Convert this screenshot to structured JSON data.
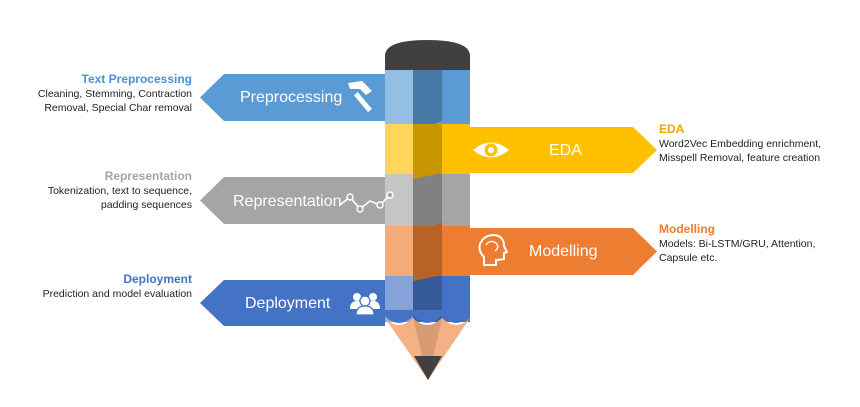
{
  "stages": [
    {
      "key": "preprocessing",
      "label": "Preprocessing",
      "icon": "hammer-icon",
      "side": "left",
      "color": "#5b9bd5",
      "note_title": "Text Preprocessing",
      "note_title_color": "#4a90d9",
      "note_text": "Cleaning, Stemming, Contraction\nRemoval, Special Char removal"
    },
    {
      "key": "eda",
      "label": "EDA",
      "icon": "eye-icon",
      "side": "right",
      "color": "#ffc000",
      "note_title": "EDA",
      "note_title_color": "#f0a500",
      "note_text": "Word2Vec Embedding enrichment,\nMisspell Removal, feature creation"
    },
    {
      "key": "representation",
      "label": "Representation",
      "icon": "line-chart-icon",
      "side": "left",
      "color": "#a5a5a5",
      "note_title": "Representation",
      "note_title_color": "#a5a5a5",
      "note_text": "Tokenization,  text to sequence,\npadding sequences"
    },
    {
      "key": "modelling",
      "label": "Modelling",
      "icon": "head-icon",
      "side": "right",
      "color": "#ed7d31",
      "note_title": "Modelling",
      "note_title_color": "#ed7d31",
      "note_text": "Models: Bi-LSTM/GRU, Attention,\nCapsule etc."
    },
    {
      "key": "deployment",
      "label": "Deployment",
      "icon": "team-icon",
      "side": "left",
      "color": "#4472c4",
      "note_title": "Deployment",
      "note_title_color": "#4472c4",
      "note_text": "Prediction and model evaluation"
    }
  ],
  "pencil": {
    "eraser_color": "#404040",
    "wood_color": "#f4b183",
    "tip_color": "#404040"
  }
}
